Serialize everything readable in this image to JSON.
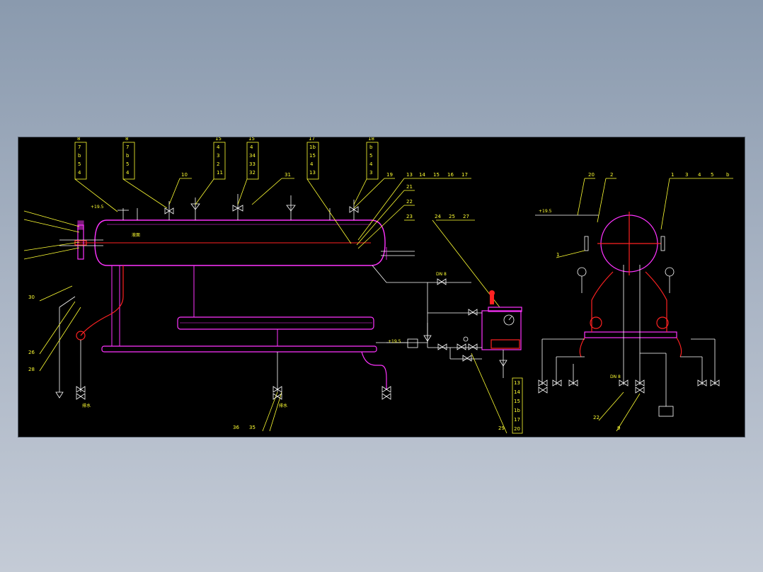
{
  "colors": {
    "background": "#000000",
    "vessel": "#ff33ff",
    "leader": "#ffff33",
    "pipe": "#ffffff",
    "redline": "#ff2222"
  },
  "balloons_left": {
    "col1": [
      "8",
      "7",
      "b",
      "5",
      "4"
    ],
    "col2": [
      "8",
      "7",
      "b",
      "5",
      "4"
    ],
    "col3": [
      "15",
      "4",
      "3",
      "2",
      "11"
    ],
    "col4": [
      "15",
      "4",
      "34",
      "33",
      "32"
    ],
    "col5": [
      "17",
      "1b",
      "15",
      "4",
      "13"
    ],
    "col6": [
      "18",
      "b",
      "5",
      "4",
      "3"
    ]
  },
  "callouts": {
    "c10": "10",
    "c31": "31",
    "c19": "19",
    "c13a": "13",
    "c14a": "14",
    "c15a": "15",
    "c16a": "16",
    "c17a": "17",
    "c21": "21",
    "c22": "22",
    "c23": "23",
    "c24": "24",
    "c25": "25",
    "c27": "27",
    "c30": "30",
    "c26": "26",
    "c28": "28",
    "c36": "36",
    "c35": "35",
    "c29": "29",
    "c20": "20",
    "c2": "2",
    "c1top": "1",
    "c3": "3",
    "c4": "4",
    "c5": "5",
    "c6": "b",
    "c1left": "1",
    "c22r": "22",
    "c9": "9"
  },
  "right_stack": [
    "13",
    "14",
    "15",
    "1b",
    "17",
    "20"
  ],
  "labels": {
    "elev1": "+19.5",
    "elev2": "+19.5",
    "elev3": "+19.5",
    "small1": "DN 8",
    "small2": "DN 8",
    "drain": "排水",
    "drain2": "排水",
    "level": "液面"
  }
}
